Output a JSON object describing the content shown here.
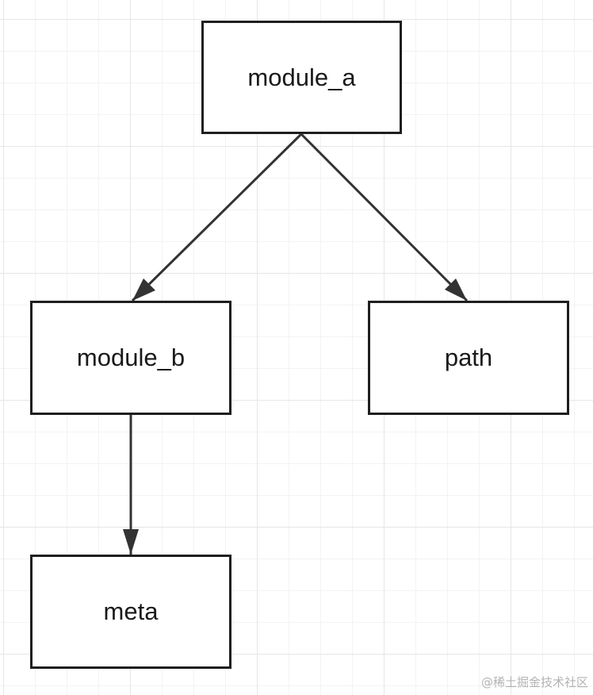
{
  "diagram": {
    "nodes": [
      {
        "id": "module_a",
        "label": "module_a"
      },
      {
        "id": "module_b",
        "label": "module_b"
      },
      {
        "id": "path",
        "label": "path"
      },
      {
        "id": "meta",
        "label": "meta"
      }
    ],
    "edges": [
      {
        "from": "module_a",
        "to": "module_b"
      },
      {
        "from": "module_a",
        "to": "path"
      },
      {
        "from": "module_b",
        "to": "meta"
      }
    ]
  },
  "colors": {
    "stroke": "#333333",
    "node_border": "#1f1f1f",
    "grid": "#e6e6e6"
  },
  "watermark": "@稀土掘金技术社区"
}
